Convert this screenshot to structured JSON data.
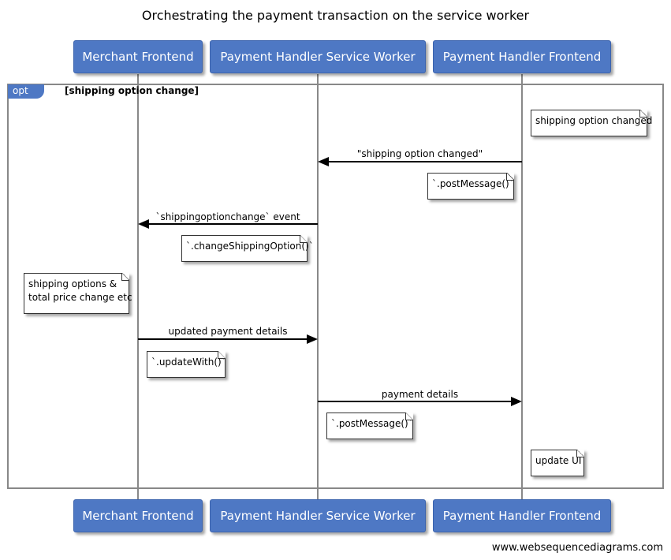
{
  "title": "Orchestrating the payment transaction on the service worker",
  "actors": [
    {
      "name": "Merchant Frontend"
    },
    {
      "name": "Payment Handler Service Worker"
    },
    {
      "name": "Payment Handler Frontend"
    }
  ],
  "fragment": {
    "type": "opt",
    "condition": "[shipping option change]"
  },
  "messages": [
    {
      "from": "Payment Handler Frontend",
      "to": "Payment Handler Service Worker",
      "label": "\"shipping option changed\""
    },
    {
      "from": "Payment Handler Service Worker",
      "to": "Merchant Frontend",
      "label": "`shippingoptionchange` event"
    },
    {
      "from": "Merchant Frontend",
      "to": "Payment Handler Service Worker",
      "label": "updated payment details"
    },
    {
      "from": "Payment Handler Service Worker",
      "to": "Payment Handler Frontend",
      "label": "payment details"
    }
  ],
  "notes": [
    {
      "text": "shipping option changed"
    },
    {
      "text": "`.postMessage()`"
    },
    {
      "text": "`.changeShippingOption()`"
    },
    {
      "text": "shipping options &\ntotal price change etc"
    },
    {
      "text": "`.updateWith()`"
    },
    {
      "text": "`.postMessage()`"
    },
    {
      "text": "update UI"
    }
  ],
  "watermark": "www.websequencediagrams.com"
}
